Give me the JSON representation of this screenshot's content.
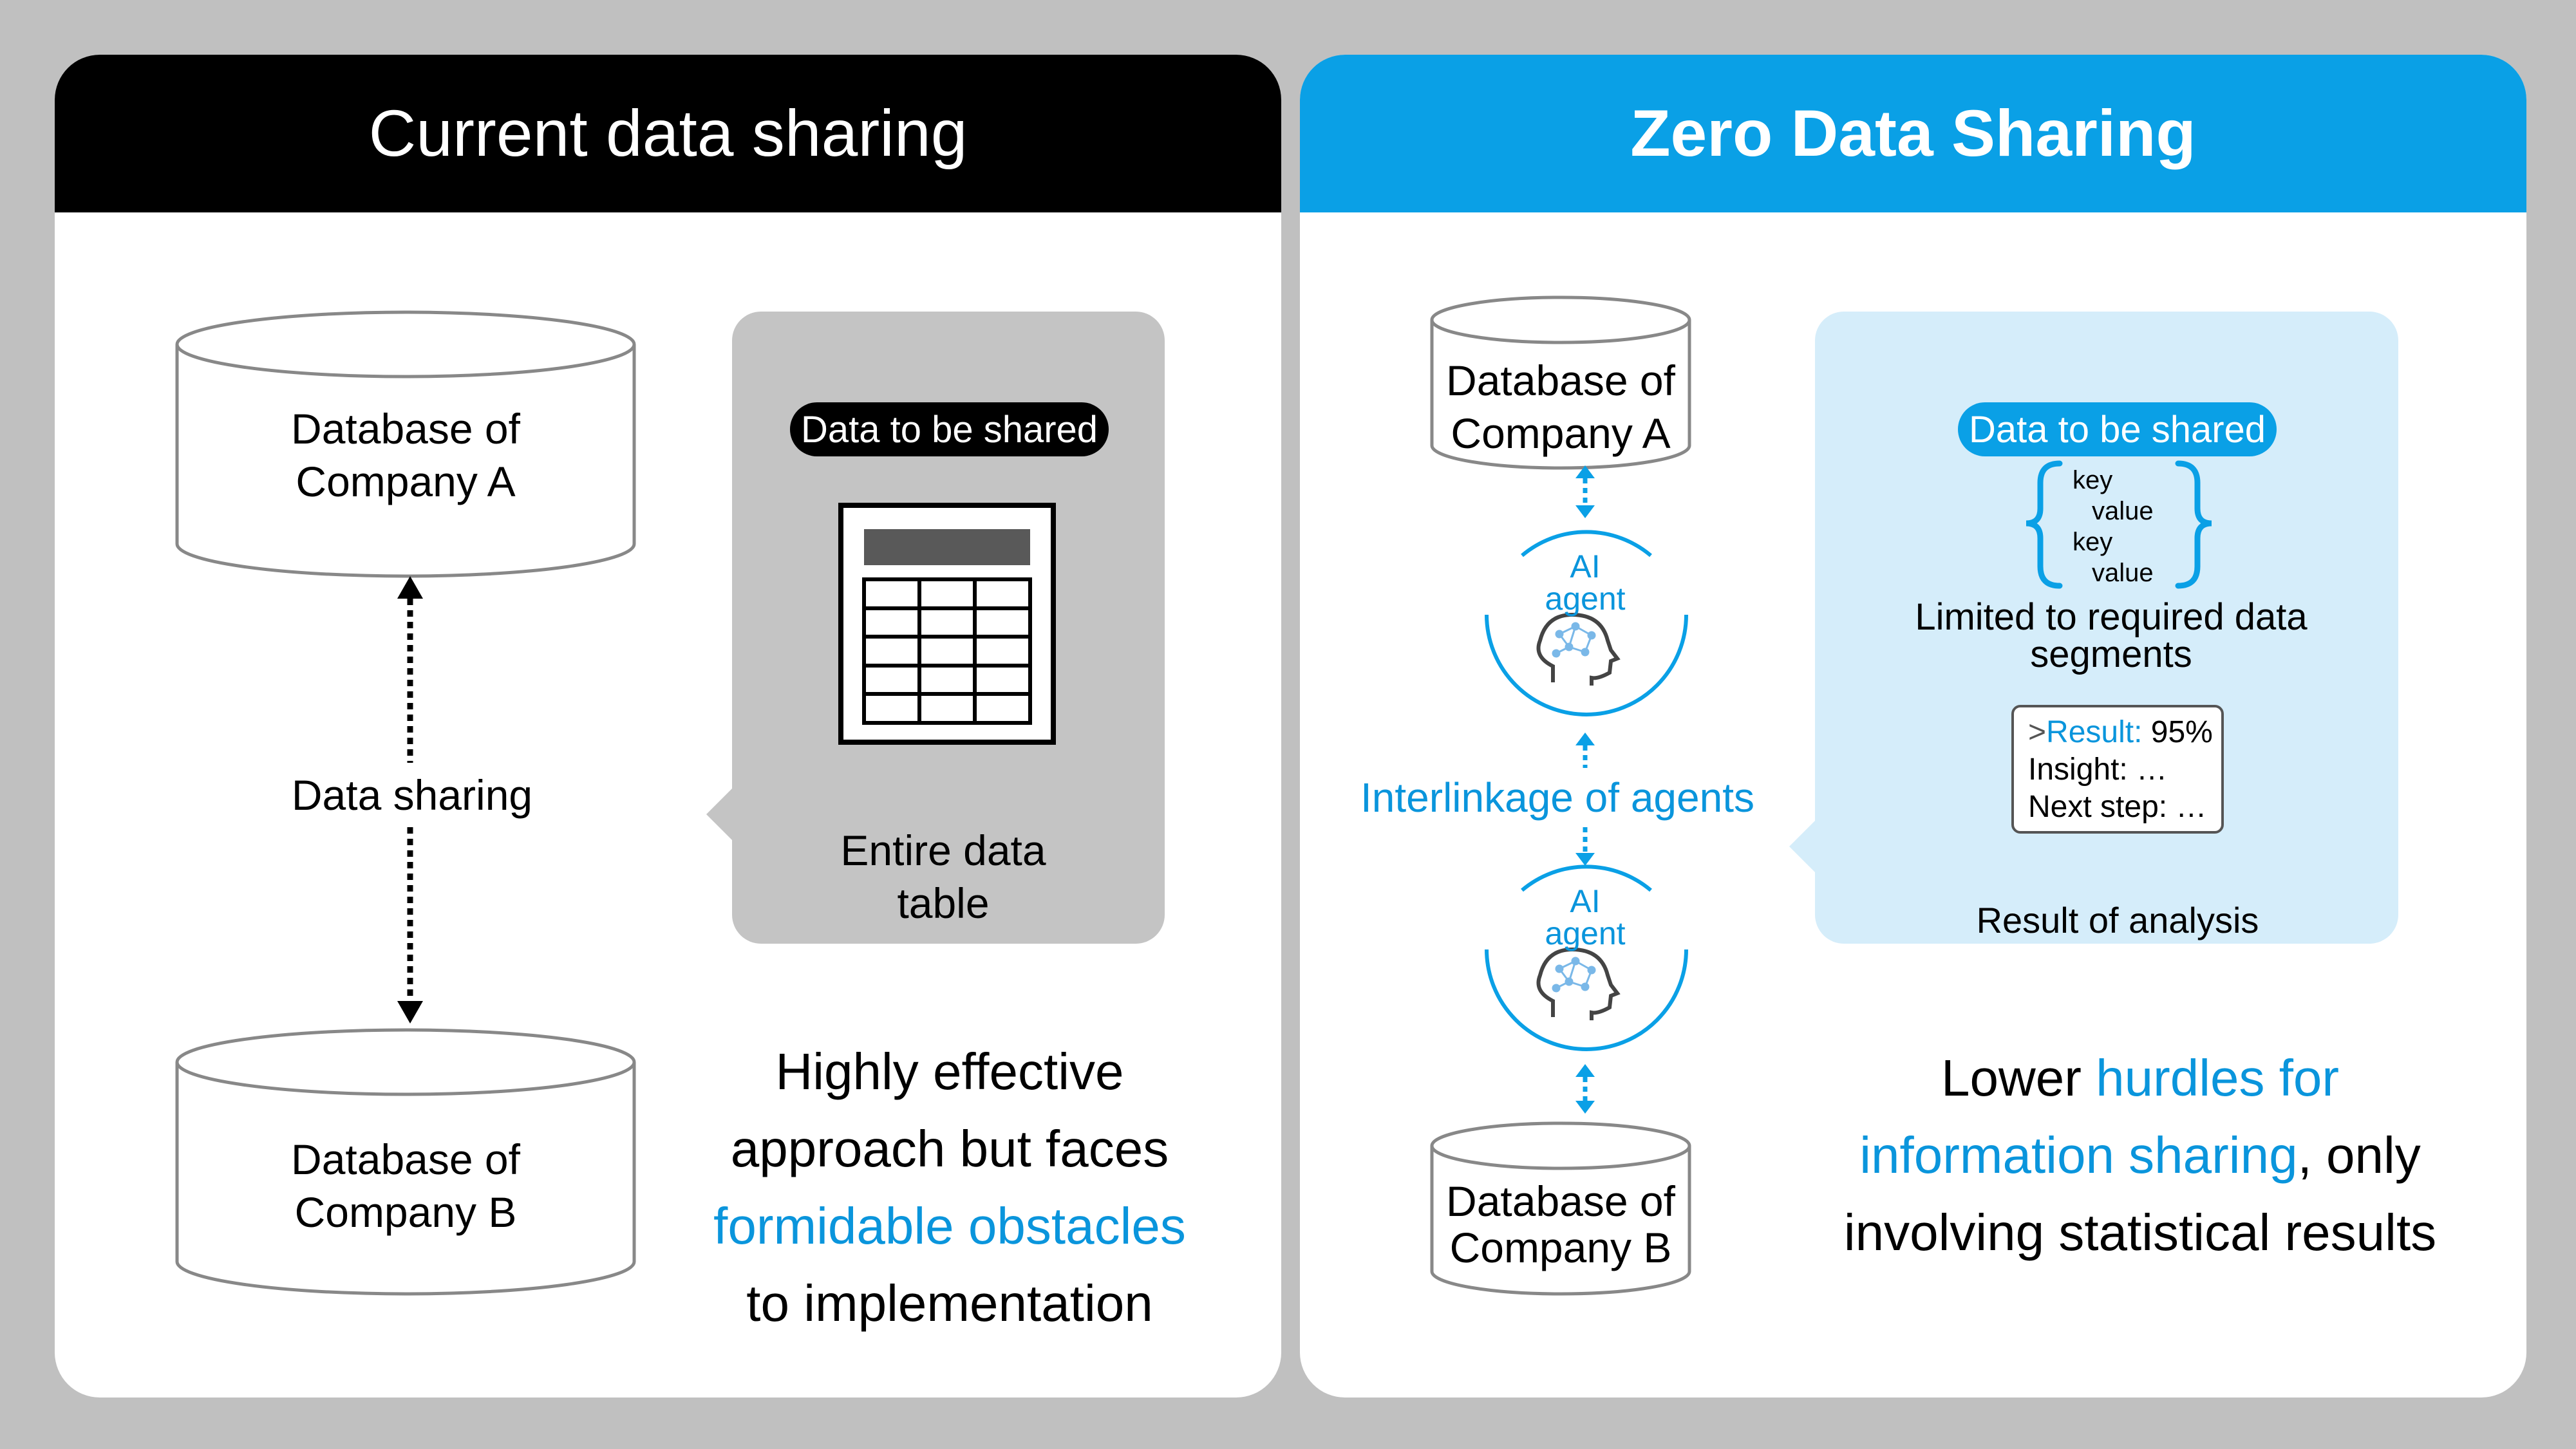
{
  "left": {
    "title": "Current data sharing",
    "db_a": [
      "Database of",
      "Company A"
    ],
    "db_b": [
      "Database of",
      "Company B"
    ],
    "arrow_label": "Data sharing",
    "box_pill": "Data to be shared",
    "box_caption": [
      "Entire data",
      "table"
    ],
    "summary": {
      "line1": "Highly effective",
      "line2": "approach but faces",
      "line3": "formidable obstacles",
      "line4": "to implementation"
    }
  },
  "right": {
    "title": "Zero Data Sharing",
    "db_a": [
      "Database of",
      "Company A"
    ],
    "db_b": [
      "Database of",
      "Company B"
    ],
    "agent_label": [
      "AI",
      "agent"
    ],
    "interlink_label": "Interlinkage of agents",
    "box_pill": "Data to be shared",
    "kv": [
      "key",
      "value",
      "key",
      "value"
    ],
    "kv_caption": [
      "Limited to required data",
      "segments"
    ],
    "result": {
      "prefix": ">",
      "result_label": "Result:",
      "result_value": "95%",
      "insight": "Insight: …",
      "next_step": "Next step: …"
    },
    "result_caption": "Result of analysis",
    "summary": {
      "part1": "Lower ",
      "part2": "hurdles for",
      "part3": "information sharing",
      "part4": ", only",
      "part5": "involving statistical results"
    }
  },
  "colors": {
    "accent_blue": "#0aa0e6",
    "text_blue": "#0a95dc",
    "gray_box": "#c4c4c4",
    "light_blue_box": "#d5edfa",
    "background": "#c0c0c0"
  }
}
